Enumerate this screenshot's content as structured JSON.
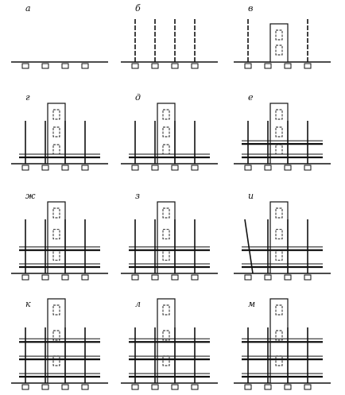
{
  "diagram": {
    "panels": [
      {
        "letter": "а",
        "stage": 0,
        "columns": false,
        "core": 0,
        "tiers": 0,
        "tilted": false
      },
      {
        "letter": "б",
        "stage": 1,
        "columns": true,
        "core": 0,
        "tiers": 0,
        "tilted": false
      },
      {
        "letter": "в",
        "stage": 2,
        "columns": true,
        "core": 1,
        "tiers": 0,
        "tilted": false
      },
      {
        "letter": "г",
        "stage": 3,
        "columns": true,
        "core": 2,
        "tiers": 1,
        "tilted": false
      },
      {
        "letter": "д",
        "stage": 4,
        "columns": true,
        "core": 2,
        "tiers": 1,
        "tilted": false
      },
      {
        "letter": "е",
        "stage": 5,
        "columns": true,
        "core": 2,
        "tiers": 2,
        "tilted": false
      },
      {
        "letter": "ж",
        "stage": 6,
        "columns": true,
        "core": 2,
        "tiers": 2,
        "tilted": false
      },
      {
        "letter": "з",
        "stage": 7,
        "columns": true,
        "core": 2,
        "tiers": 2,
        "tilted": false
      },
      {
        "letter": "и",
        "stage": 8,
        "columns": true,
        "core": 2,
        "tiers": 2,
        "tilted": true
      },
      {
        "letter": "к",
        "stage": 9,
        "columns": true,
        "core": 3,
        "tiers": 3,
        "tilted": false
      },
      {
        "letter": "л",
        "stage": 10,
        "columns": true,
        "core": 3,
        "tiers": 3,
        "tilted": false
      },
      {
        "letter": "м",
        "stage": 11,
        "columns": true,
        "core": 3,
        "tiers": 3,
        "tilted": false
      }
    ]
  }
}
